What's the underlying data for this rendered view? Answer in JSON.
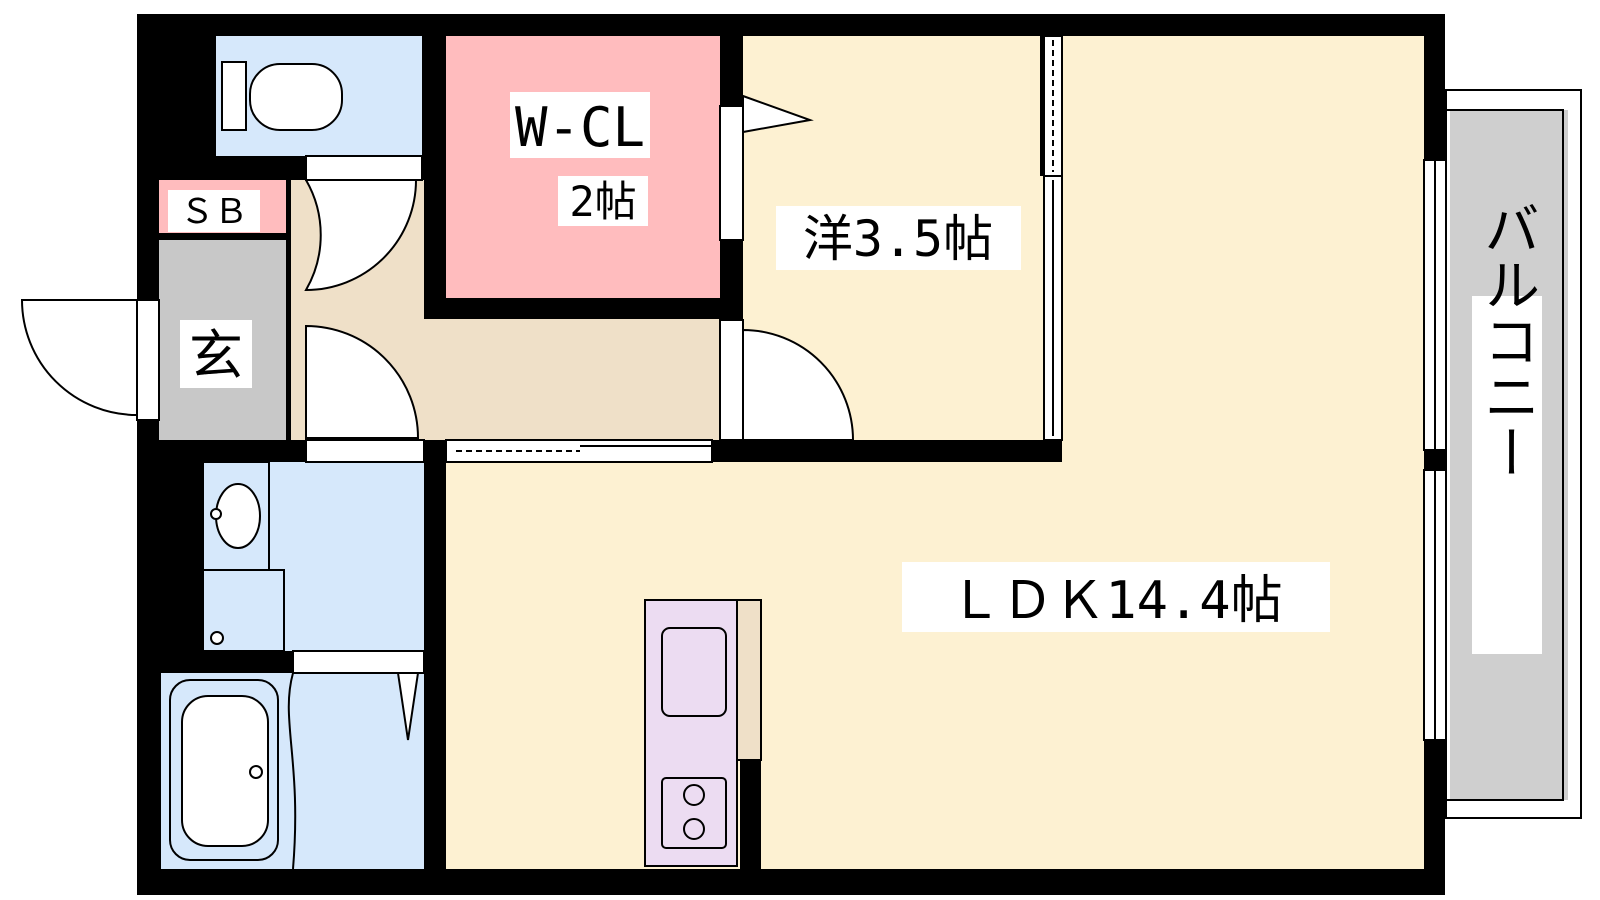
{
  "rooms": {
    "walk_in_closet": {
      "name": "W-CL",
      "size": "2帖"
    },
    "western_room": {
      "label": "洋3.5帖"
    },
    "ldk": {
      "label": "ＬＤＫ14.4帖"
    },
    "entrance": {
      "label": "玄"
    },
    "shoe_box": {
      "label": "ＳＢ"
    },
    "balcony": {
      "label": "バルコニー"
    }
  },
  "colors": {
    "wall": "#000000",
    "closet": "#ffbcbe",
    "room": "#fdf1d2",
    "hall": "#efe0c8",
    "wet_area": "#d6e8fb",
    "entrance_floor": "#c8c8c8",
    "kitchen": "#ecdcf2",
    "balcony": "#cfcfcf"
  }
}
